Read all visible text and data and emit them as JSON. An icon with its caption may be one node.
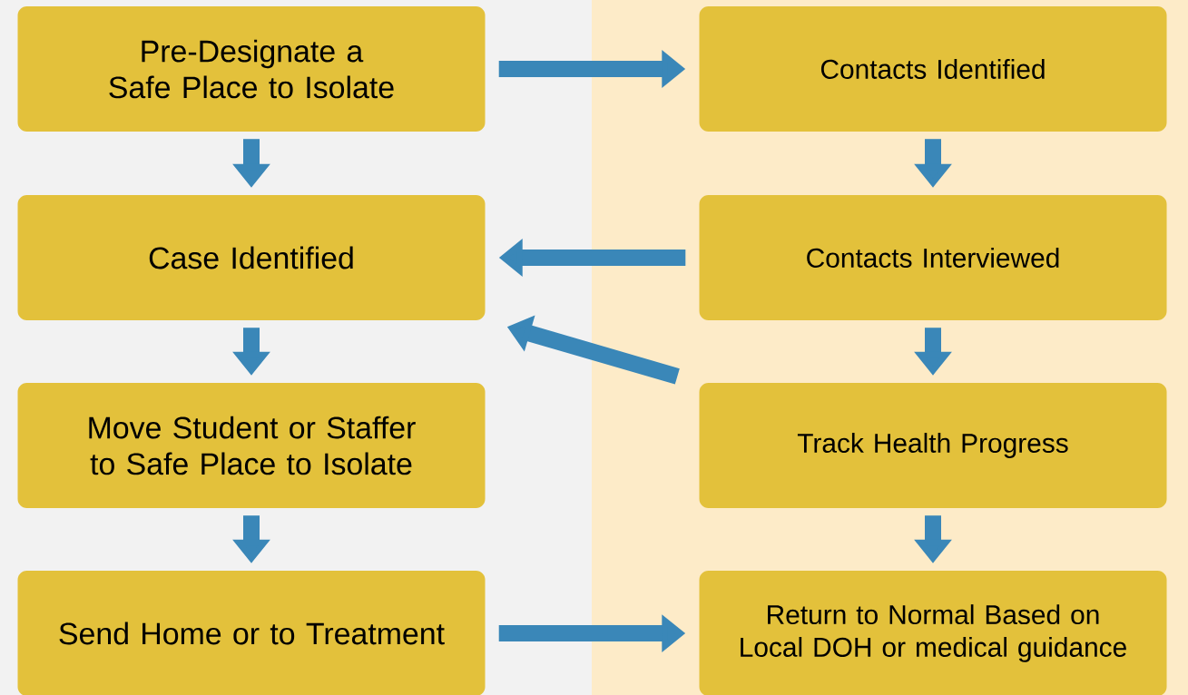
{
  "diagram": {
    "nodes": [
      {
        "text": [
          "Pre-Designate a Safe Place to Isolate"
        ]
      },
      {
        "text": [
          "Contacts Identified"
        ]
      },
      {
        "text": [
          "Case Identified"
        ]
      },
      {
        "text": [
          "Contacts Interviewed"
        ]
      },
      {
        "text": [
          "Move Student or Staffer to Safe Place to Isolate"
        ]
      },
      {
        "text": [
          "Track Health Progress"
        ]
      },
      {
        "text": [
          "Send Home or to Treatment"
        ]
      },
      {
        "text": [
          "Return to Normal Based on Local DOH or medical guidance"
        ]
      }
    ],
    "edges": [
      {
        "from": 0,
        "to": 1,
        "arrow": "to"
      },
      {
        "from": 0,
        "to": 2,
        "arrow": "to"
      },
      {
        "from": 1,
        "to": 3,
        "arrow": "to"
      },
      {
        "from": 3,
        "to": 2,
        "arrow": "to"
      },
      {
        "from": 5,
        "to": 2,
        "arrow": "to"
      },
      {
        "from": 3,
        "to": 5,
        "arrow": "to"
      },
      {
        "from": 2,
        "to": 4,
        "arrow": "to"
      },
      {
        "from": 5,
        "to": 7,
        "arrow": "to"
      },
      {
        "from": 4,
        "to": 6,
        "arrow": "to"
      },
      {
        "from": 6,
        "to": 7,
        "arrow": "to"
      }
    ]
  }
}
